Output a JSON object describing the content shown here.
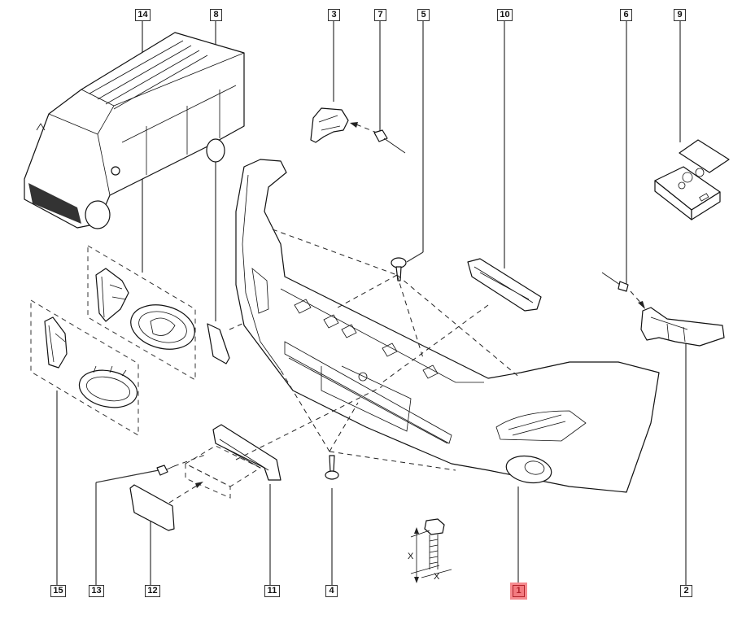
{
  "diagram": {
    "title": "Front bumper exploded view",
    "highlight_color": "#f37b80",
    "selected_callout": "1",
    "callouts_top": [
      {
        "id": "14",
        "label": "14",
        "part": "fog-lamp-left-assembly"
      },
      {
        "id": "8",
        "label": "8",
        "part": "tow-hook-cover-left"
      },
      {
        "id": "3",
        "label": "3",
        "part": "bumper-side-bracket-left"
      },
      {
        "id": "7",
        "label": "7",
        "part": "rivet-left"
      },
      {
        "id": "5",
        "label": "5",
        "part": "screw-upper"
      },
      {
        "id": "10",
        "label": "10",
        "part": "bumper-center-bracket"
      },
      {
        "id": "6",
        "label": "6",
        "part": "rivet-right"
      },
      {
        "id": "9",
        "label": "9",
        "part": "fixing-kit-box"
      }
    ],
    "callouts_bottom": [
      {
        "id": "15",
        "label": "15",
        "part": "fog-lamp-right-assembly"
      },
      {
        "id": "13",
        "label": "13",
        "part": "bolt"
      },
      {
        "id": "12",
        "label": "12",
        "part": "tow-hook-cover"
      },
      {
        "id": "11",
        "label": "11",
        "part": "license-plate-bracket"
      },
      {
        "id": "4",
        "label": "4",
        "part": "screw-lower"
      },
      {
        "id": "1",
        "label": "1",
        "part": "front-bumper"
      },
      {
        "id": "2",
        "label": "2",
        "part": "bumper-side-bracket-right"
      }
    ],
    "dimension_labels": {
      "length": "X",
      "diameter": "X"
    }
  }
}
